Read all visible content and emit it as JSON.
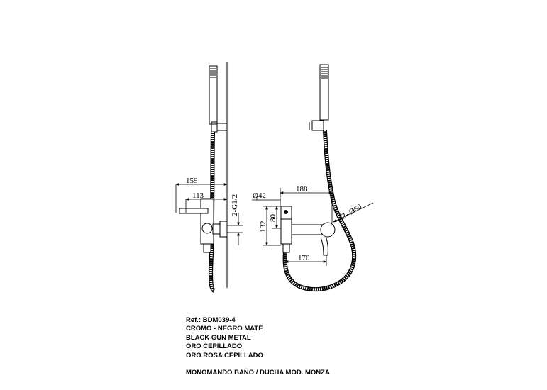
{
  "dimensions": {
    "d159": "159",
    "d113": "113",
    "thread": "2-G1/2",
    "d42": "Ø42",
    "d188": "188",
    "d80": "80",
    "d132": "132",
    "d170": "170",
    "d60": "2- Ø60"
  },
  "info": {
    "ref": "Ref.: BDM039-4",
    "finishes": [
      "CROMO - NEGRO MATE",
      "BLACK GUN METAL",
      "ORO CEPILLADO",
      "ORO ROSA CEPILLADO"
    ],
    "product": "MONOMANDO BAÑO / DUCHA MOD. MONZA"
  },
  "colors": {
    "ink": "#000000",
    "background": "#ffffff"
  }
}
